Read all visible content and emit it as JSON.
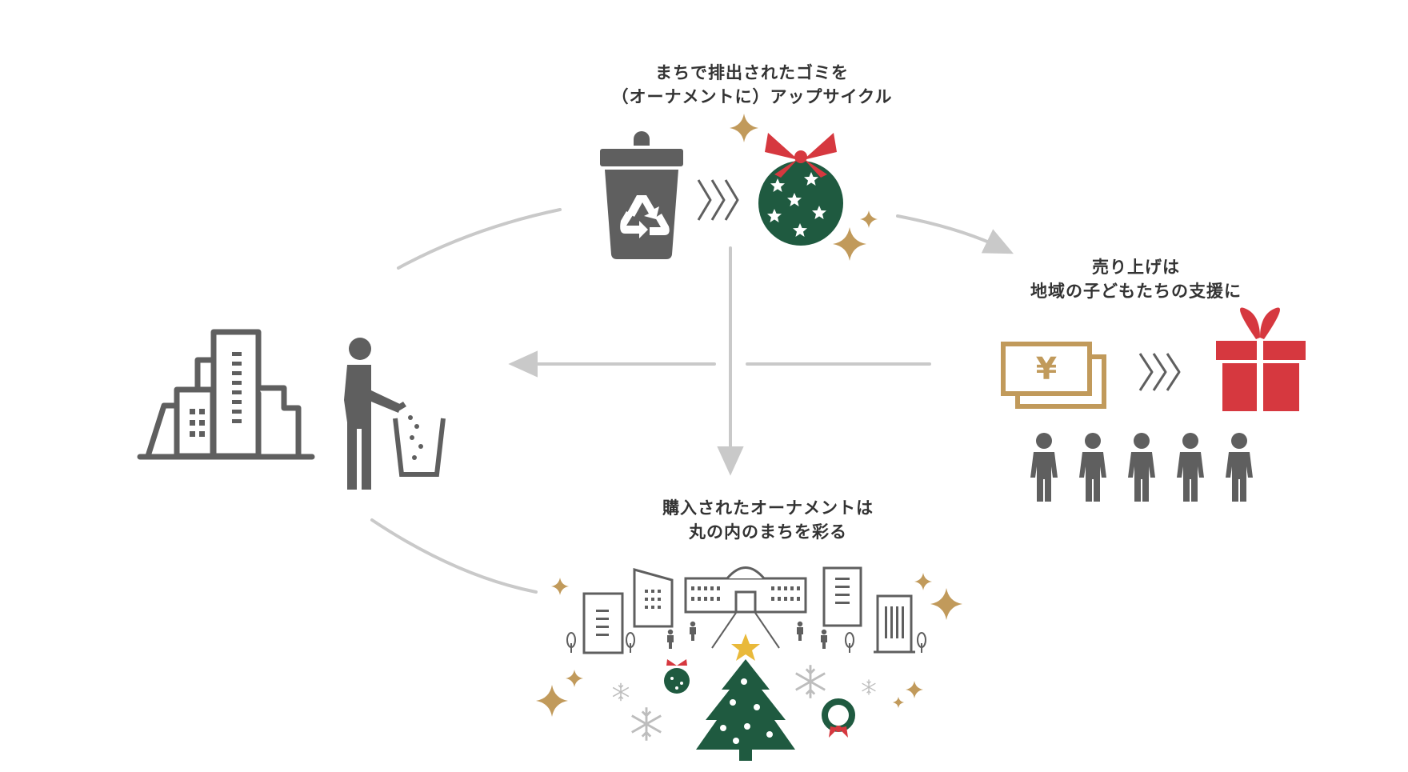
{
  "labels": {
    "upcycle": {
      "line1": "まちで排出されたゴミを",
      "line2": "（オーナメントに）アップサイクル"
    },
    "sales": {
      "line1": "売り上げは",
      "line2": "地域の子どもたちの支援に"
    },
    "purchase": {
      "line1": "購入されたオーナメントは",
      "line2": "丸の内のまちを彩る"
    }
  },
  "money": {
    "symbol": "¥"
  },
  "icons": [
    "city-buildings-icon",
    "person-throwing-trash-icon",
    "trash-bin-icon",
    "recycle-icon",
    "chevrons-right-icon",
    "ornament-ball-icon",
    "sparkle-icon",
    "yen-bills-icon",
    "gift-box-icon",
    "children-group-icon",
    "townscape-icon",
    "tokyo-station-icon",
    "christmas-tree-icon",
    "wreath-icon",
    "snowflake-icon",
    "tree-icon"
  ],
  "colors": {
    "gray": "#5f5f5f",
    "arrow": "#c9c9c9",
    "green": "#1f5a40",
    "red": "#d6383f",
    "gold": "#c19a5b",
    "text": "#333333"
  }
}
